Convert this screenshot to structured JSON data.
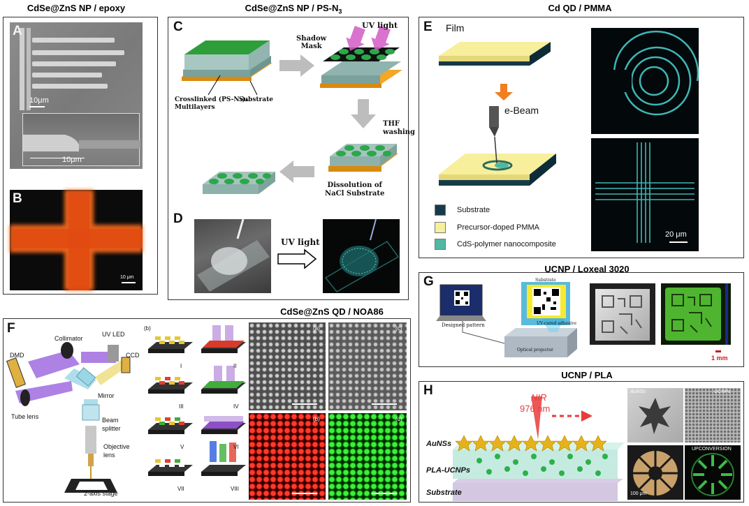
{
  "titles": {
    "a": "CdSe@ZnS NP / epoxy",
    "c": "CdSe@ZnS NP / PS-N",
    "c_sub": "3",
    "e": "Cd QD / PMMA",
    "f": "CdSe@ZnS QD / NOA86",
    "g": "UCNP / Loxeal 3020",
    "h": "UCNP / PLA"
  },
  "letters": {
    "a": "A",
    "b": "B",
    "c": "C",
    "d": "D",
    "e": "E",
    "f": "F",
    "g": "G",
    "h": "H"
  },
  "panel_a": {
    "scale1": "10μm",
    "scale2": "10μm"
  },
  "panel_b": {
    "scale": "10 μm"
  },
  "panel_c": {
    "uv_light": "UV light",
    "shadow_mask": "Shadow\nMask",
    "crosslinked": "Crosslinked (PS-N₃)ₙ\nMultilayers",
    "substrate": "Substrate",
    "thf": "THF\nwashing",
    "dissolution": "Dissolution of\nNaCl Substrate"
  },
  "panel_d": {
    "uv_light": "UV light"
  },
  "panel_e": {
    "film": "Film",
    "ebeam": "e-Beam",
    "legend": [
      "Substrate",
      "Precursor-doped PMMA",
      "CdS-polymer nanocomposite"
    ],
    "legend_colors": [
      "#163a4a",
      "#f7ef9c",
      "#4fb8a3"
    ],
    "scale": "20 μm"
  },
  "panel_f": {
    "dmd": "DMD",
    "collimator": "Collimator",
    "uvled": "UV LED",
    "ccd": "CCD",
    "mirror": "Mirror",
    "tube_lens": "Tube lens",
    "beam_splitter": "Beam\nsplitter",
    "objective": "Objective\nlens",
    "stage": "2-axis stage",
    "sub_b": "(b)",
    "roman": [
      "I",
      "II",
      "III",
      "IV",
      "V",
      "VI",
      "VII",
      "VIII"
    ],
    "grid_labels": [
      "(a)",
      "(c)",
      "(b)",
      "(d)"
    ]
  },
  "panel_g": {
    "designed": "Designed pattern",
    "substrate": "Substrate",
    "adhesive": "UV-cured adhesive",
    "projector": "Optical projector",
    "scale": "1 mm"
  },
  "panel_h": {
    "nir": "NIR",
    "wavelength": "976 nm",
    "aunss": "AuNSs",
    "pla": "PLA-UCNPs",
    "substrate": "Substrate",
    "img_aunss": "AuNSs",
    "img_ucnps": "UCNPs",
    "img_upconv": "UPCONVERSION",
    "scale": "100 μm"
  }
}
